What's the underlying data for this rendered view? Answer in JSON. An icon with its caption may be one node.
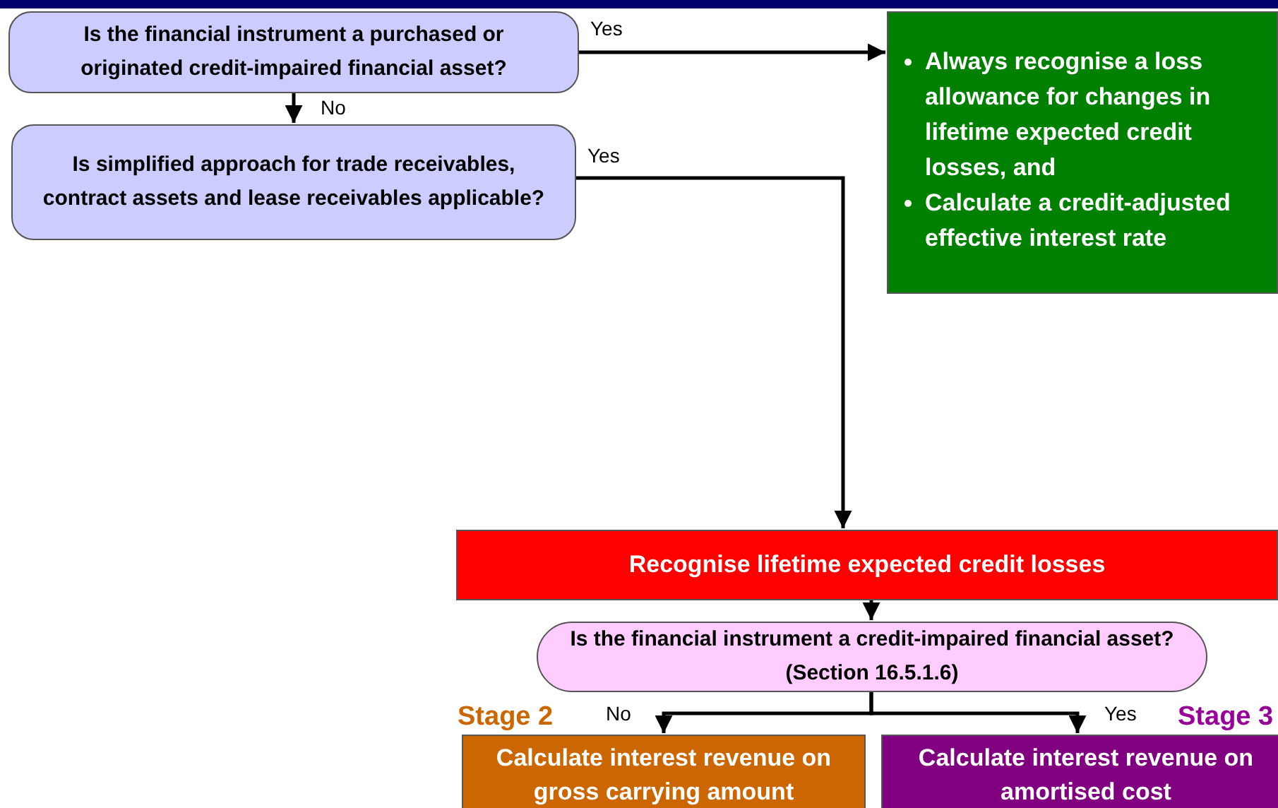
{
  "diagram": {
    "nodes": [
      {
        "text": [
          "Is the financial instrument a purchased or originated credit-impaired financial asset?"
        ]
      },
      {
        "text": [
          "Always recognise a loss allowance for changes in lifetime expected credit losses, and",
          "Calculate a credit-adjusted effective interest rate"
        ]
      },
      {
        "text": [
          "Is simplified approach for trade receivables, contract assets and lease receivables applicable?"
        ]
      },
      {
        "text": [
          "Recognise lifetime expected credit losses"
        ]
      },
      {
        "text": [
          "Is the financial instrument a credit-impaired financial asset? (Section 16.5.1.6)"
        ]
      },
      {
        "text": [
          "Calculate interest revenue on gross carrying amount"
        ],
        "beside": [
          "Stage 2"
        ]
      },
      {
        "text": [
          "Calculate interest revenue on amortised cost"
        ],
        "beside": [
          "Stage 3"
        ]
      }
    ],
    "edges": [
      {
        "from": 0,
        "to": 1,
        "arrow": "to",
        "label": "Yes"
      },
      {
        "from": 0,
        "to": 2,
        "arrow": "to",
        "label": "No"
      },
      {
        "from": 2,
        "to": 3,
        "arrow": "to",
        "label": "Yes"
      },
      {
        "from": 3,
        "to": 4,
        "arrow": "to"
      },
      {
        "from": 4,
        "to": 5,
        "arrow": "to",
        "label": "No"
      },
      {
        "from": 4,
        "to": 6,
        "arrow": "to",
        "label": "Yes"
      }
    ]
  }
}
